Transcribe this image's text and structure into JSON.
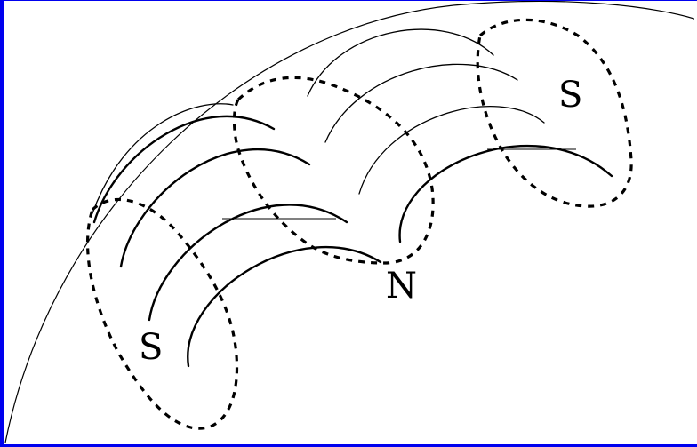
{
  "labels": {
    "south_left": "S",
    "north": "N",
    "south_right": "S"
  }
}
